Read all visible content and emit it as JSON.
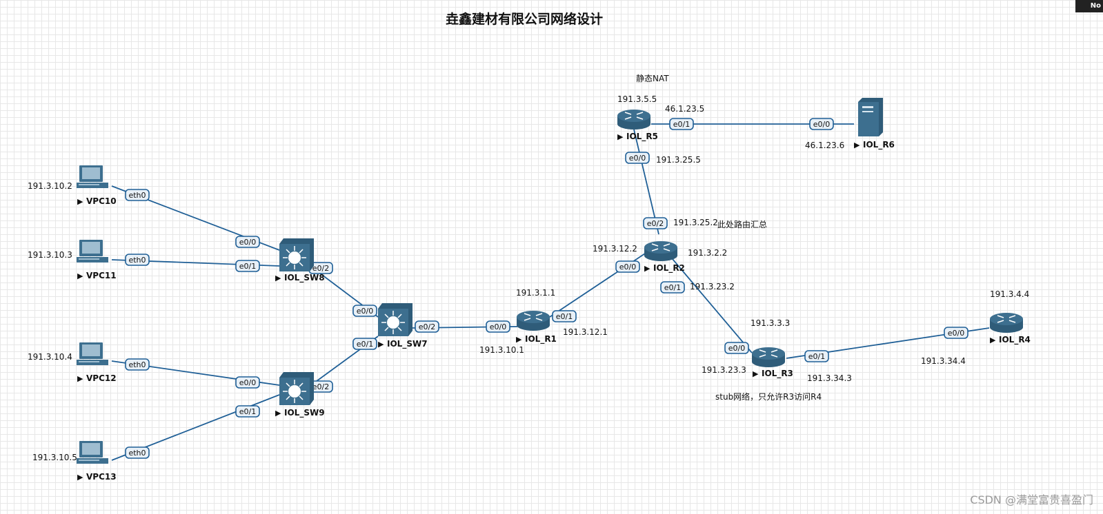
{
  "title": "垚鑫建材有限公司网络设计",
  "corner_badge": "No",
  "watermark": "CSDN @满堂富贵喜盈门",
  "colors": {
    "link": "#1f5f96",
    "device": "#3d6f8f",
    "port_fill": "#e8f0f7",
    "port_border": "#1f5f96"
  },
  "nodes": [
    {
      "id": "VPC10",
      "type": "pc",
      "name": "VPC10"
    },
    {
      "id": "VPC11",
      "type": "pc",
      "name": "VPC11"
    },
    {
      "id": "VPC12",
      "type": "pc",
      "name": "VPC12"
    },
    {
      "id": "VPC13",
      "type": "pc",
      "name": "VPC13"
    },
    {
      "id": "SW8",
      "type": "switch",
      "name": "IOL_SW8"
    },
    {
      "id": "SW9",
      "type": "switch",
      "name": "IOL_SW9"
    },
    {
      "id": "SW7",
      "type": "switch",
      "name": "IOL_SW7"
    },
    {
      "id": "R1",
      "type": "router",
      "name": "IOL_R1"
    },
    {
      "id": "R2",
      "type": "router",
      "name": "IOL_R2"
    },
    {
      "id": "R3",
      "type": "router",
      "name": "IOL_R3"
    },
    {
      "id": "R4",
      "type": "router",
      "name": "IOL_R4"
    },
    {
      "id": "R5",
      "type": "router",
      "name": "IOL_R5"
    },
    {
      "id": "R6",
      "type": "server",
      "name": "IOL_R6"
    }
  ],
  "links": [
    {
      "a": "VPC10",
      "a_port": "eth0",
      "b": "SW8",
      "b_port": "e0/0"
    },
    {
      "a": "VPC11",
      "a_port": "eth0",
      "b": "SW8",
      "b_port": "e0/1"
    },
    {
      "a": "VPC12",
      "a_port": "eth0",
      "b": "SW9",
      "b_port": "e0/0"
    },
    {
      "a": "VPC13",
      "a_port": "eth0",
      "b": "SW9",
      "b_port": "e0/1"
    },
    {
      "a": "SW8",
      "a_port": "e0/2",
      "b": "SW7",
      "b_port": "e0/0"
    },
    {
      "a": "SW9",
      "a_port": "e0/2",
      "b": "SW7",
      "b_port": "e0/1"
    },
    {
      "a": "SW7",
      "a_port": "e0/2",
      "b": "R1",
      "b_port": "e0/0"
    },
    {
      "a": "R1",
      "a_port": "e0/1",
      "b": "R2",
      "b_port": "e0/0"
    },
    {
      "a": "R2",
      "a_port": "e0/2",
      "b": "R5",
      "b_port": "e0/0"
    },
    {
      "a": "R2",
      "a_port": "e0/1",
      "b": "R3",
      "b_port": "e0/0"
    },
    {
      "a": "R3",
      "a_port": "e0/1",
      "b": "R4",
      "b_port": "e0/0"
    },
    {
      "a": "R5",
      "a_port": "e0/1",
      "b": "R6",
      "b_port": "e0/0"
    }
  ],
  "texts": [
    {
      "id": "ip-vpc10",
      "text": "191.3.10.2"
    },
    {
      "id": "ip-vpc11",
      "text": "191.3.10.3"
    },
    {
      "id": "ip-vpc12",
      "text": "191.3.10.4"
    },
    {
      "id": "ip-vpc13",
      "text": "191.3.10.5"
    },
    {
      "id": "ip-r1-lo",
      "text": "191.3.1.1"
    },
    {
      "id": "ip-r1-e00",
      "text": "191.3.10.1"
    },
    {
      "id": "ip-r1-e01",
      "text": "191.3.12.1"
    },
    {
      "id": "ip-r2-e00",
      "text": "191.3.12.2"
    },
    {
      "id": "ip-r2-lo",
      "text": "191.3.2.2"
    },
    {
      "id": "ip-r2-e02",
      "text": "191.3.25.2"
    },
    {
      "id": "note-summary",
      "text": "此处路由汇总"
    },
    {
      "id": "ip-r2-e01",
      "text": "191.3.23.2"
    },
    {
      "id": "ip-r5-e00",
      "text": "191.3.25.5"
    },
    {
      "id": "ip-r5-lo",
      "text": "191.3.5.5"
    },
    {
      "id": "note-nat",
      "text": "静态NAT"
    },
    {
      "id": "ip-r5-e01",
      "text": "46.1.23.5"
    },
    {
      "id": "ip-r6-e00",
      "text": "46.1.23.6"
    },
    {
      "id": "ip-r3-lo",
      "text": "191.3.3.3"
    },
    {
      "id": "ip-r3-e00",
      "text": "191.3.23.3"
    },
    {
      "id": "ip-r3-e01",
      "text": "191.3.34.3"
    },
    {
      "id": "note-stub",
      "text": "stub网络，只允许R3访问R4"
    },
    {
      "id": "ip-r4-lo",
      "text": "191.3.4.4"
    },
    {
      "id": "ip-r4-e00",
      "text": "191.3.34.4"
    }
  ]
}
